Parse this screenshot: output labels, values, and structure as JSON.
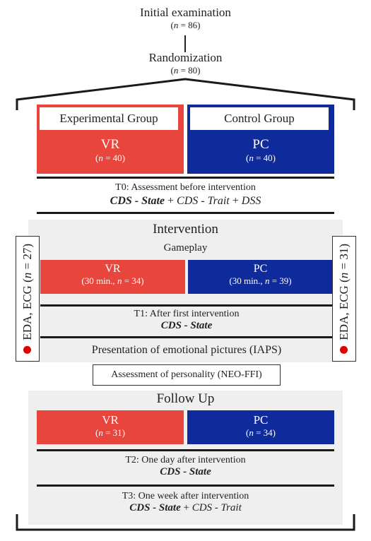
{
  "initial": {
    "title": "Initial examination",
    "n": "86"
  },
  "randomization": {
    "title": "Randomization",
    "n": "80"
  },
  "groups": {
    "experimental": {
      "header": "Experimental Group",
      "label": "VR",
      "n": "40"
    },
    "control": {
      "header": "Control Group",
      "label": "PC",
      "n": "40"
    }
  },
  "t0": {
    "title": "T0: Assessment before intervention",
    "m1": "CDS - State",
    "m2": "CDS - Trait",
    "m3": "DSS"
  },
  "intervention": {
    "title": "Intervention",
    "gameplay": "Gameplay",
    "vr": {
      "label": "VR",
      "detail": "(30 min., ",
      "n": "34"
    },
    "pc": {
      "label": "PC",
      "detail": "(30 min., ",
      "n": "39"
    },
    "t1": {
      "title": "T1: After first intervention",
      "measure": "CDS - State"
    },
    "iaps": "Presentation of emotional pictures (IAPS)",
    "neo": "Assessment of personality (NEO-FFI)",
    "left_side": {
      "text": "EDA, ECG (",
      "n": "27"
    },
    "right_side": {
      "text": "EDA, ECG (",
      "n": "31"
    }
  },
  "followup": {
    "title": "Follow Up",
    "vr": {
      "label": "VR",
      "n": "31"
    },
    "pc": {
      "label": "PC",
      "n": "34"
    },
    "t2": {
      "title": "T2: One day after intervention",
      "measure": "CDS - State"
    },
    "t3": {
      "title": "T3: One week after intervention",
      "m1": "CDS - State",
      "m2": "CDS - Trait"
    }
  },
  "colors": {
    "red": "#e8453c",
    "blue": "#0f2b9b",
    "grey": "#efefef",
    "dot": "#e00000"
  }
}
